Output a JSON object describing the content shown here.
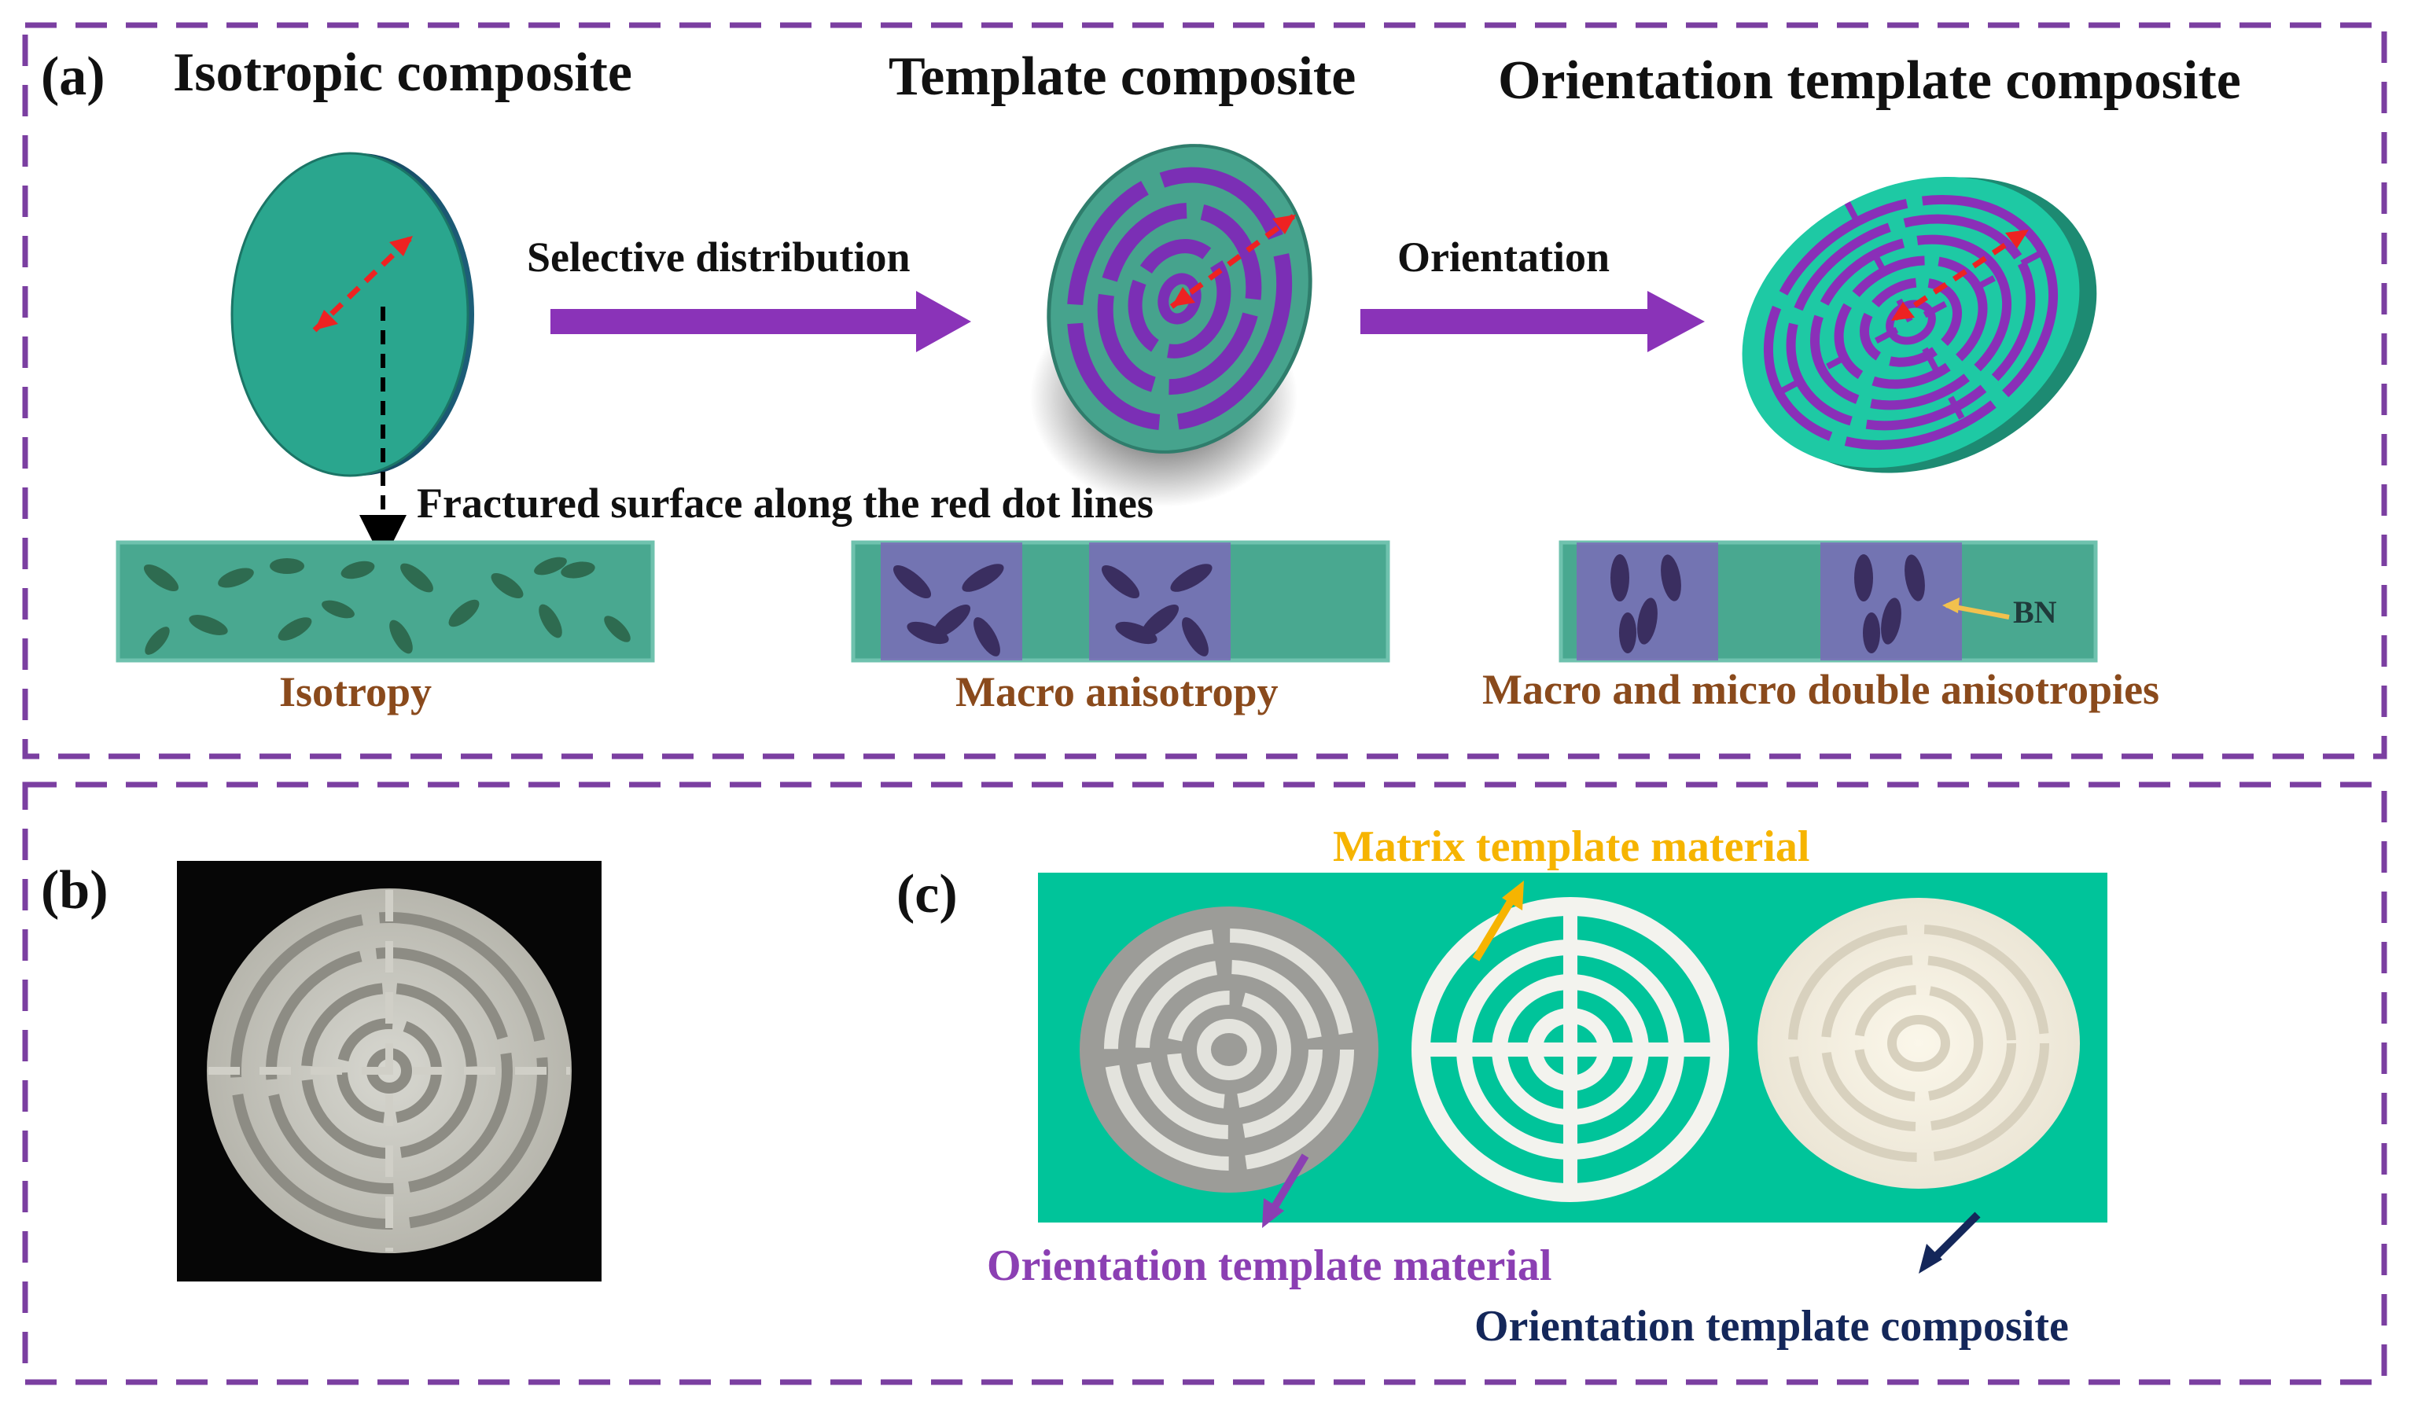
{
  "panel_a": {
    "label": "(a)",
    "titles": {
      "isotropic": "Isotropic composite",
      "template": "Template composite",
      "orientation_template": "Orientation template composite"
    },
    "arrows": {
      "step1": "Selective distribution",
      "step2": "Orientation"
    },
    "fracture_note": "Fractured surface along the red dot lines",
    "sections": {
      "isotropy": "Isotropy",
      "macro": "Macro anisotropy",
      "double": "Macro and micro double anisotropies"
    },
    "bn_label": "BN"
  },
  "panel_b": {
    "label": "(b)"
  },
  "panel_c": {
    "label": "(c)",
    "matrix_label": "Matrix template material",
    "orientation_material_label": "Orientation template material",
    "orientation_composite_label": "Orientation template composite"
  },
  "colors": {
    "frame": "#7b3fa1",
    "teal": "#2aa68e",
    "purple": "#7b2fb5",
    "red_dash": "#ee2222",
    "brown_text": "#8a4a1c",
    "yellow_text": "#f6b400",
    "purple_text": "#8b3fb3",
    "navy_text": "#14275a",
    "photo_bg_c": "#00c49a"
  }
}
